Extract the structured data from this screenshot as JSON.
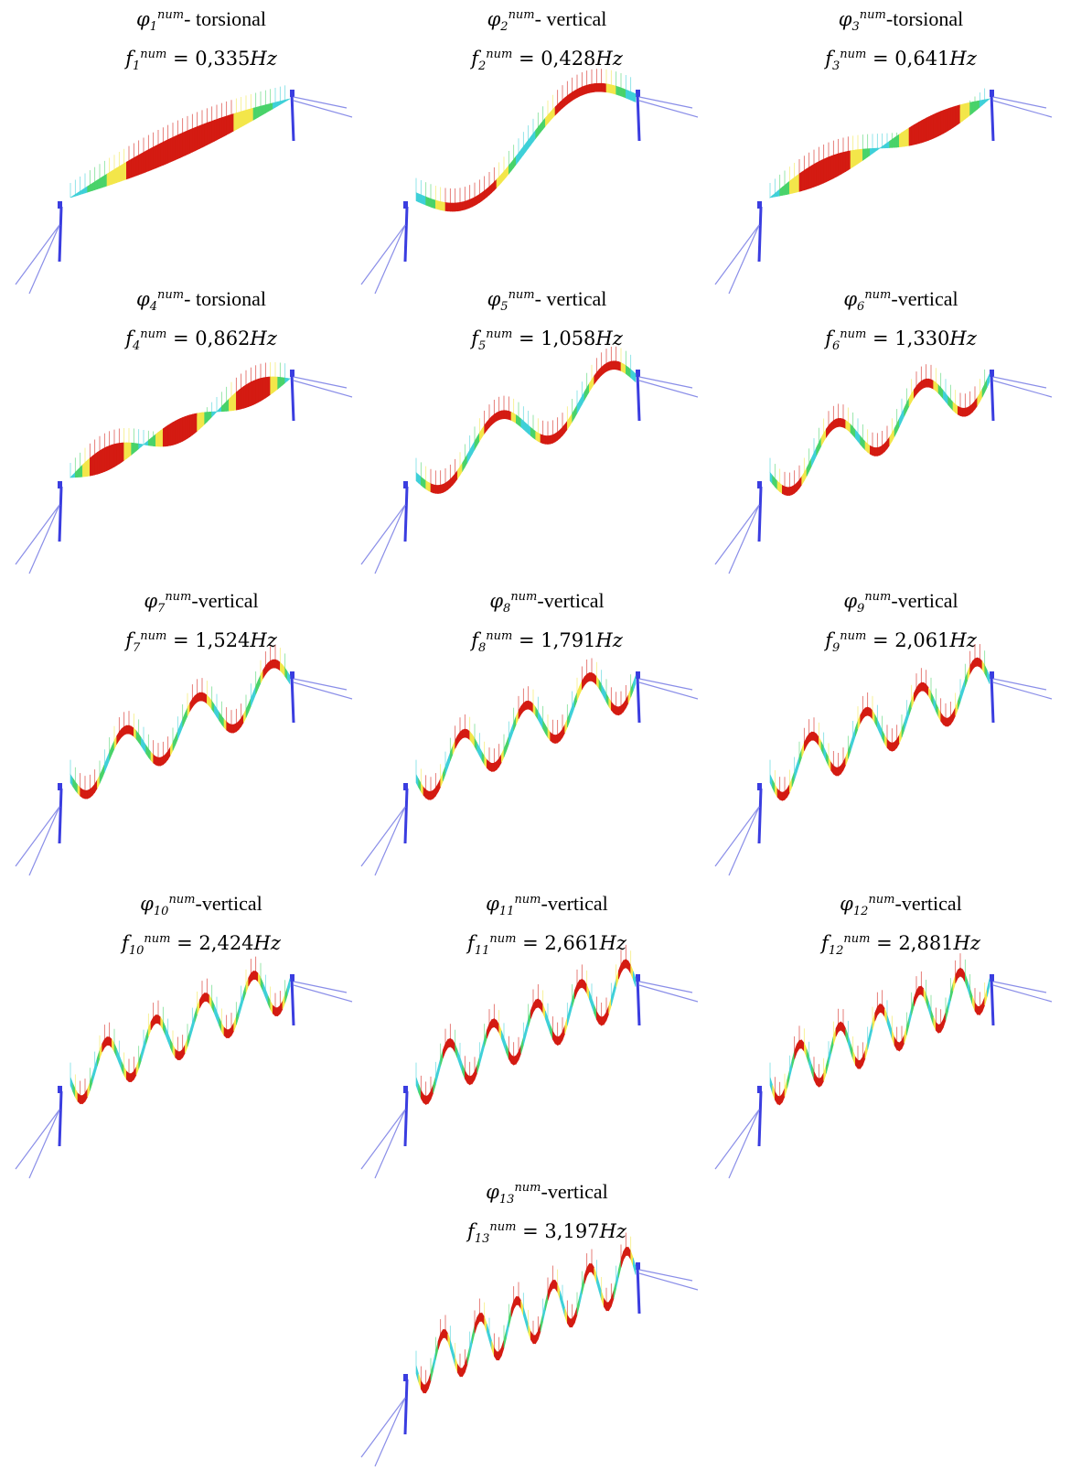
{
  "modes": [
    {
      "sym": "φ",
      "sub": "1",
      "sup": "num",
      "label": "- torsional",
      "f_sub": "1",
      "eq": "= ",
      "freq": "0,335",
      "unit": "Hz",
      "kind": "torsional",
      "half_waves": 1
    },
    {
      "sym": "φ",
      "sub": "2",
      "sup": "num",
      "label": "- vertical",
      "f_sub": "2",
      "eq": "= ",
      "freq": "0,428",
      "unit": "Hz",
      "kind": "vertical",
      "half_waves": 2
    },
    {
      "sym": "φ",
      "sub": "3",
      "sup": "num",
      "label": "-torsional",
      "f_sub": "3",
      "eq": "= ",
      "freq": "0,641",
      "unit": "Hz",
      "kind": "torsional",
      "half_waves": 2
    },
    {
      "sym": "φ",
      "sub": "4",
      "sup": "num",
      "label": "- torsional",
      "f_sub": "4",
      "eq": "= ",
      "freq": "0,862",
      "unit": "Hz",
      "kind": "torsional",
      "half_waves": 3
    },
    {
      "sym": "φ",
      "sub": "5",
      "sup": "num",
      "label": "- vertical",
      "f_sub": "5",
      "eq": "= ",
      "freq": "1,058",
      "unit": "Hz",
      "kind": "vertical",
      "half_waves": 4
    },
    {
      "sym": "φ",
      "sub": "6",
      "sup": "num",
      "label": "-vertical",
      "f_sub": "6",
      "eq": "= ",
      "freq": "1,330",
      "unit": "Hz",
      "kind": "vertical",
      "half_waves": 5
    },
    {
      "sym": "φ",
      "sub": "7",
      "sup": "num",
      "label": "-vertical",
      "f_sub": "7",
      "eq": "= ",
      "freq": "1,524",
      "unit": "Hz",
      "kind": "vertical",
      "half_waves": 6
    },
    {
      "sym": "φ",
      "sub": "8",
      "sup": "num",
      "label": "-vertical",
      "f_sub": "8",
      "eq": "= ",
      "freq": "1,791",
      "unit": "Hz",
      "kind": "vertical",
      "half_waves": 7
    },
    {
      "sym": "φ",
      "sub": "9",
      "sup": "num",
      "label": "-vertical",
      "f_sub": "9",
      "eq": "= ",
      "freq": "2,061",
      "unit": "Hz",
      "kind": "vertical",
      "half_waves": 8
    },
    {
      "sym": "φ",
      "sub": "10",
      "sup": "num",
      "label": "-vertical",
      "f_sub": "10",
      "eq": "= ",
      "freq": "2,424",
      "unit": "Hz",
      "kind": "vertical",
      "half_waves": 9,
      "no_space": true
    },
    {
      "sym": "φ",
      "sub": "11",
      "sup": "num",
      "label": "-vertical",
      "f_sub": "11",
      "eq": "= ",
      "freq": "2,661",
      "unit": "Hz",
      "kind": "vertical",
      "half_waves": 10
    },
    {
      "sym": "φ",
      "sub": "12",
      "sup": "num",
      "label": "-vertical",
      "f_sub": "12",
      "eq": "= ",
      "freq": "2,881",
      "unit": "Hz",
      "kind": "vertical",
      "half_waves": 11
    },
    {
      "sym": "φ",
      "sub": "13",
      "sup": "num",
      "label": "-vertical",
      "f_sub": "13",
      "eq": "= ",
      "freq": "3,197",
      "unit": "Hz",
      "kind": "vertical",
      "half_waves": 12
    }
  ],
  "colors": {
    "red": "#d41b12",
    "yellow": "#f3e64a",
    "green": "#49d36a",
    "cyan": "#3fd0d8",
    "blue": "#1c3fd6",
    "tower": "#3a3de0",
    "cable": "#8a8ee8"
  }
}
